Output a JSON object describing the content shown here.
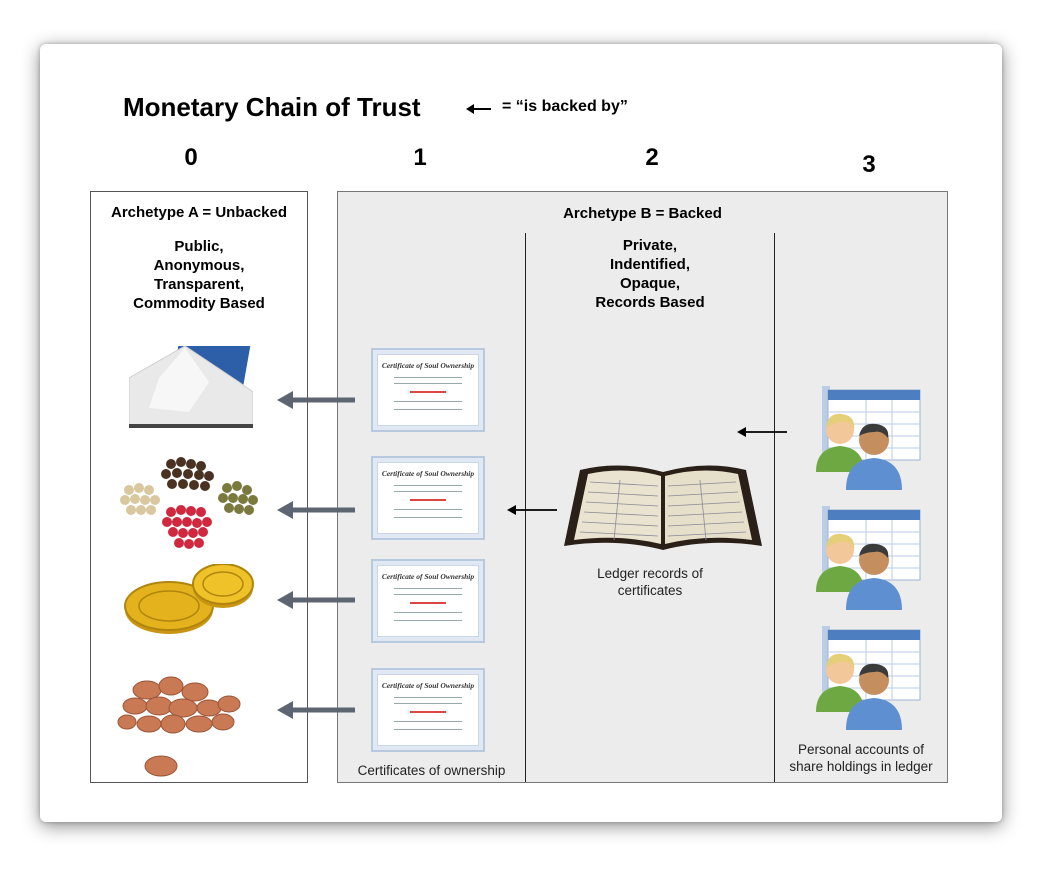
{
  "title": "Monetary Chain of Trust",
  "legend": {
    "text": "= “is backed by”"
  },
  "columns": [
    "0",
    "1",
    "2",
    "3"
  ],
  "archetype_a": {
    "header": "Archetype A = Unbacked",
    "description": [
      "Public,",
      "Anonymous,",
      "Transparent,",
      "Commodity Based"
    ],
    "items": [
      "salt-pile",
      "peppercorns",
      "gold-coins",
      "copper-nuggets"
    ]
  },
  "archetype_b": {
    "header": "Archetype B = Backed",
    "description": [
      "Private,",
      "Indentified,",
      "Opaque,",
      "Records Based"
    ]
  },
  "certificates": {
    "title": "Certificate of Soul Ownership",
    "caption": "Certificates of ownership"
  },
  "ledger": {
    "caption": [
      "Ledger records of",
      "certificates"
    ]
  },
  "accounts": {
    "caption": [
      "Personal accounts of",
      "share holdings in ledger"
    ]
  },
  "colors": {
    "grey_arrow": "#5d6670",
    "panel_bg": "#ececec",
    "gold": "#e3b21c",
    "copper": "#c97a55"
  }
}
